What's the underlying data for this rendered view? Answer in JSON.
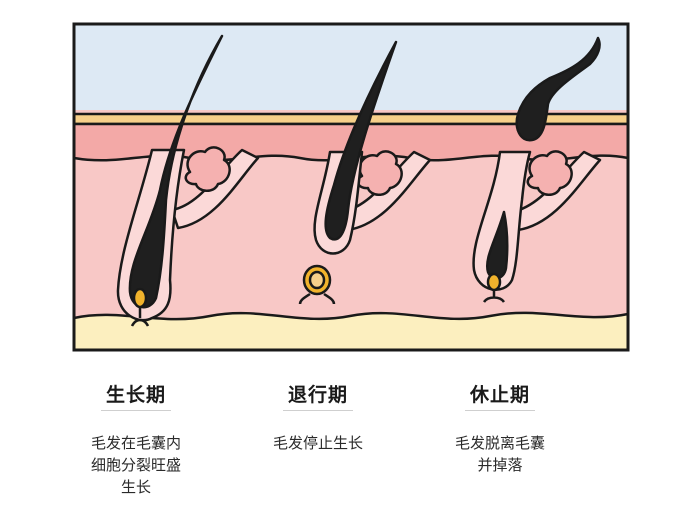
{
  "stages": [
    {
      "title": "生长期",
      "description": "毛发在毛囊内\n细胞分裂旺盛\n生长"
    },
    {
      "title": "退行期",
      "description": "毛发停止生长"
    },
    {
      "title": "休止期",
      "description": "毛发脱离毛囊\n并掉落"
    }
  ],
  "colors": {
    "outline": "#1a1a1a",
    "sky": "#dde9f4",
    "epidermis_top": "#f7d08a",
    "epidermis": "#f3a9a7",
    "dermis": "#f8c8c6",
    "follicle": "#fbd9d8",
    "gland": "#f5b1b0",
    "fat": "#fcefbf",
    "hair": "#1f1f1f",
    "papilla": "#f1b32c"
  }
}
